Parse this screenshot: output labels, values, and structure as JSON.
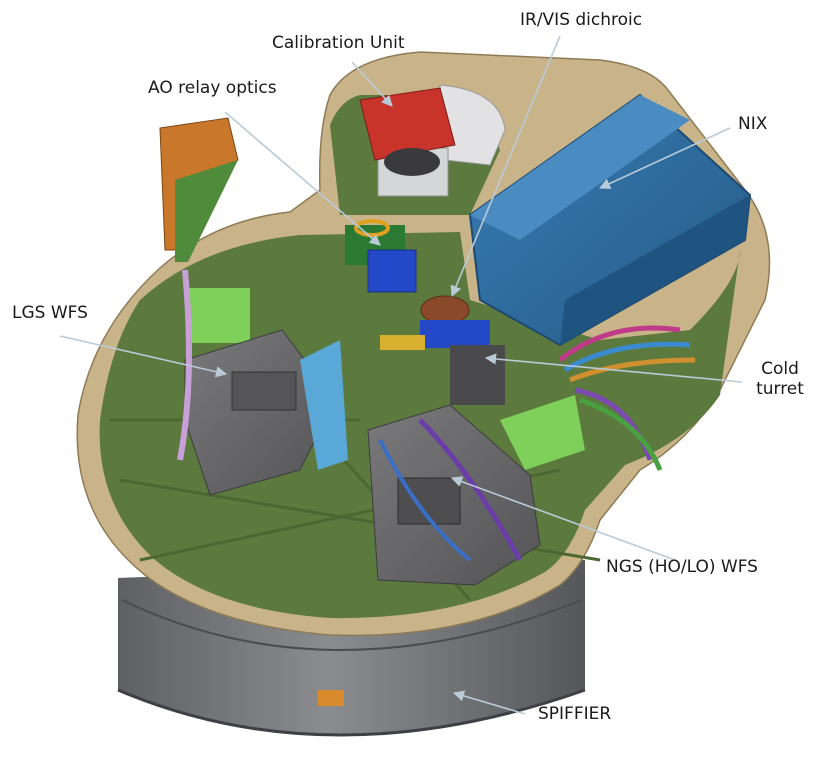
{
  "labels": {
    "calibration_unit": "Calibration Unit",
    "ir_vis_dichroic": "IR/VIS dichroic",
    "ao_relay_optics": "AO relay optics",
    "nix": "NIX",
    "lgs_wfs": "LGS WFS",
    "cold_turret_line1": "Cold",
    "cold_turret_line2": "turret",
    "ngs_wfs": "NGS (HO/LO) WFS",
    "spiffier": "SPIFFIER"
  },
  "colors": {
    "plate_rim": "#c9b48a",
    "plate_green": "#5c7a3e",
    "plate_green_dark": "#4c6832",
    "spiffier_body": "#707276",
    "nix_blue": "#2f6fa3",
    "calibration_red": "#c8342a",
    "wfs_grey": "#6a6a6c",
    "detector_green": "#7fd05a",
    "leader_line": "#b9cbd8"
  }
}
